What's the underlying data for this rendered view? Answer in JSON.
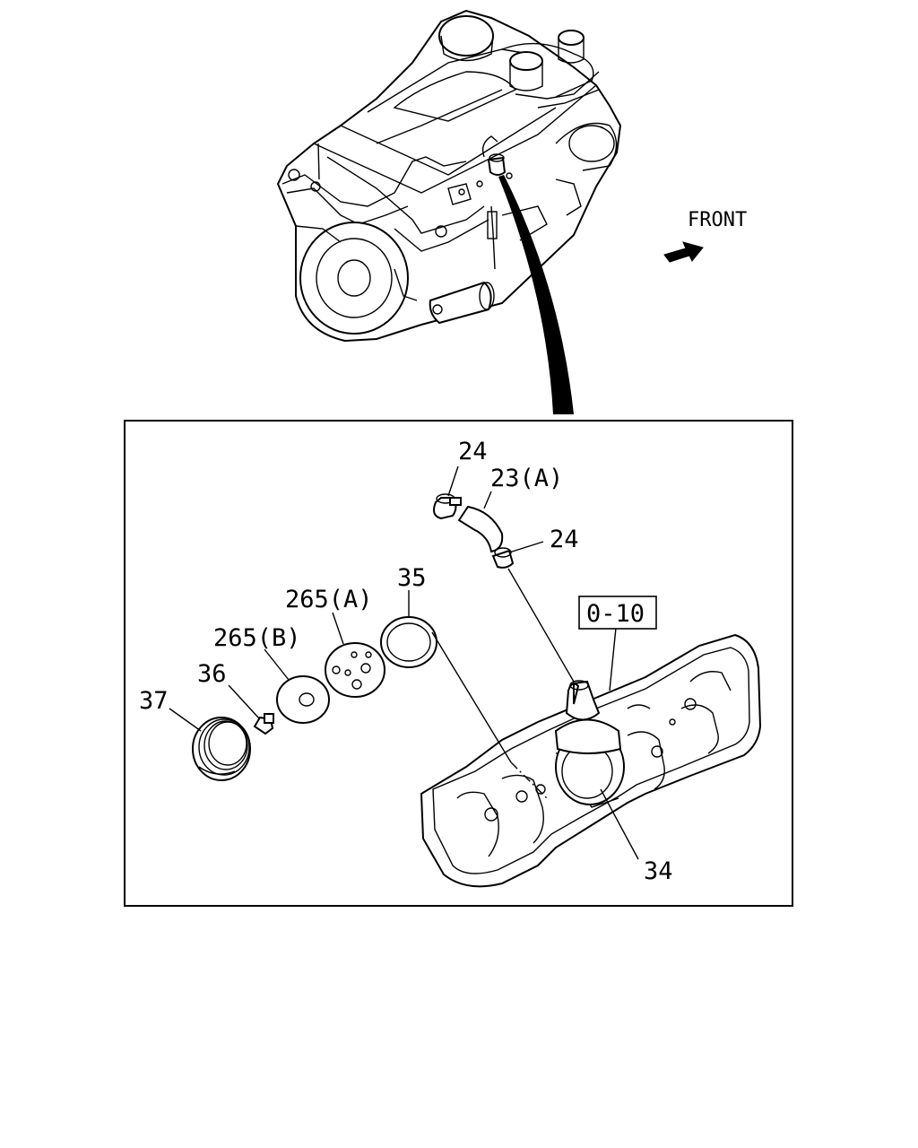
{
  "direction_label": "FRONT",
  "callouts": {
    "clamp_top": "24",
    "hose": "23(A)",
    "clamp_right": "24",
    "oring": "35",
    "ref_box": "0-10",
    "plate_a": "265(A)",
    "plate_b": "265(B)",
    "bolt": "36",
    "cap": "37",
    "breather": "34"
  }
}
